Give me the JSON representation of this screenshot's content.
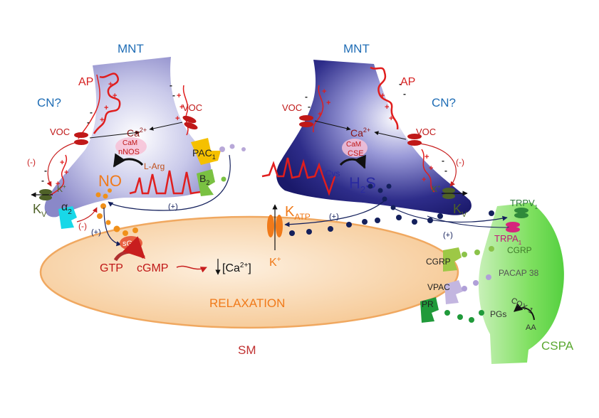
{
  "labels": {
    "mnt_left": "MNT",
    "mnt_right": "MNT",
    "cn_left": "CN?",
    "cn_right": "CN?",
    "ap_left": "AP",
    "ap_right": "AP",
    "voc_l1": "VOC",
    "voc_l2": "VOC",
    "voc_r1": "VOC",
    "voc_r2": "VOC",
    "ca_left": "Ca",
    "ca_right": "Ca",
    "ca_sup": "2+",
    "cam_left": "CaM",
    "nnos": "nNOS",
    "cam_right": "CaM",
    "cse": "CSE",
    "larg": "L-Arg",
    "lcys": "L-Cys",
    "no": "NO",
    "h2s_h": "H",
    "h2s_2": "2",
    "h2s_s": "S",
    "pac": "PAC",
    "pac_sub": "1",
    "b": "B",
    "b_sub": "2",
    "kplus_left": "K",
    "kplus_sup": "+",
    "kplus_right": "K",
    "kv_left": "K",
    "kv_right": "K",
    "kv_sub": "V",
    "alpha": "α",
    "alpha_sub": "2",
    "minus": "(-)",
    "plus": "(+)",
    "katp": "K",
    "katp_sub": "ATP",
    "kchannel": "K",
    "sgc": "sGC",
    "gtp": "GTP",
    "cgmp": "cGMP",
    "ca_relax": "[Ca",
    "ca_relax_sup": "2+",
    "ca_relax_close": "]",
    "relaxation": "RELAXATION",
    "sm": "SM",
    "trpv": "TRPV",
    "trpv_sub": "1",
    "trpa": "TRPA",
    "trpa_sub": "1",
    "cgrp_receptor": "CGRP",
    "cgrp": "CGRP",
    "pacap": "PACAP 38",
    "vpac": "VPAC",
    "pr": "PR",
    "cox": "COX-1",
    "pgs": "PGs",
    "aa": "AA",
    "cspa": "CSPA"
  },
  "colors": {
    "blue_label": "#1f6db5",
    "red": "#d62020",
    "dark_red": "#a01515",
    "orange": "#f07a1a",
    "navy": "#14205c",
    "green": "#66c24a",
    "olive": "#4f6228",
    "purple": "#7a5fa5",
    "sm_fill": "#f8d3a8"
  }
}
